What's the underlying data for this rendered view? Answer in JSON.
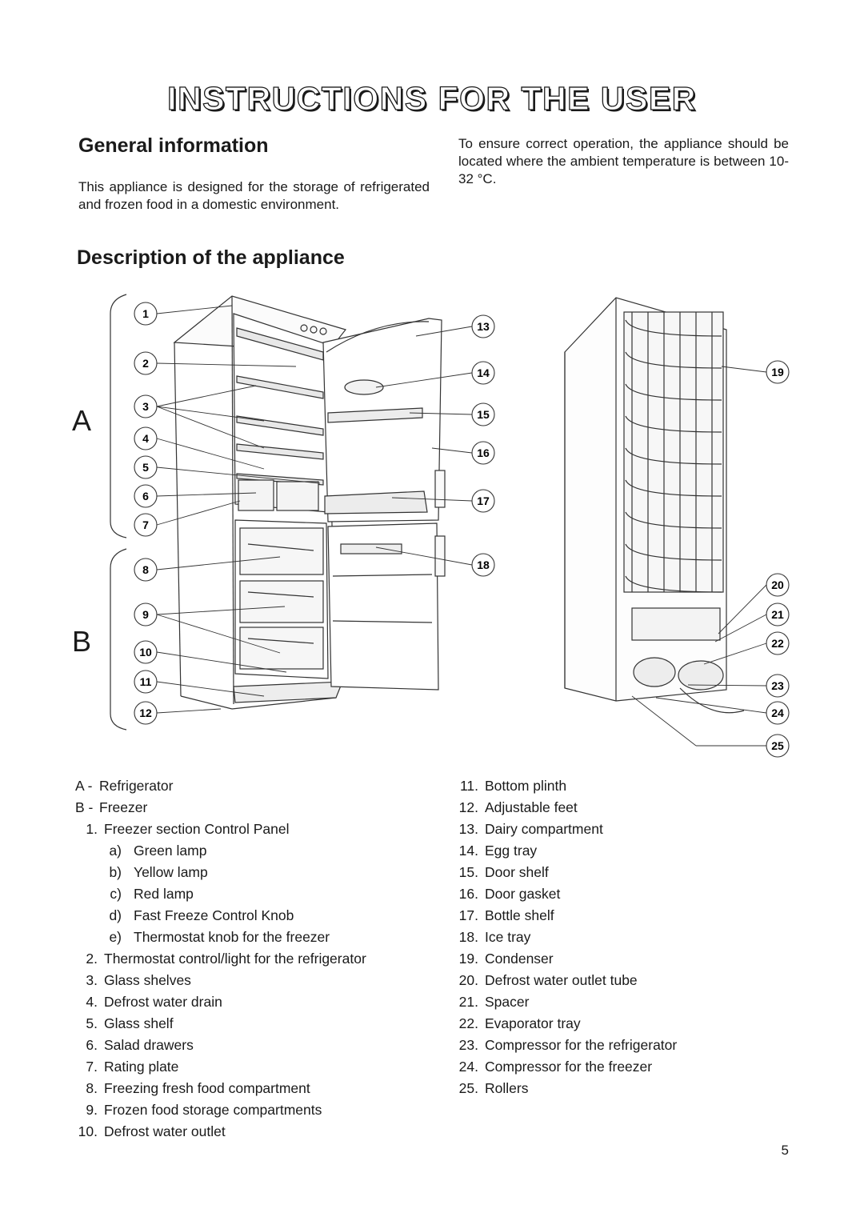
{
  "page": {
    "title": "INSTRUCTIONS FOR THE USER",
    "page_number": "5"
  },
  "general": {
    "heading": "General information",
    "left_text": "This appliance is designed for the storage of refrigerated and frozen food in a domestic environment.",
    "right_text": "To ensure correct operation, the appliance should be located where the ambient temperature is between 10-32 °C."
  },
  "description": {
    "heading": "Description of the appliance"
  },
  "diagram": {
    "section_a": "A",
    "section_b": "B",
    "left_callouts": [
      "1",
      "2",
      "3",
      "4",
      "5",
      "6",
      "7",
      "8",
      "9",
      "10",
      "11",
      "12"
    ],
    "right_callouts": [
      "13",
      "14",
      "15",
      "16",
      "17",
      "18",
      "19",
      "20",
      "21",
      "22",
      "23",
      "24",
      "25"
    ]
  },
  "legend": {
    "left": [
      {
        "num": "A -",
        "text": "Refrigerator",
        "kind": "section"
      },
      {
        "num": "B -",
        "text": "Freezer",
        "kind": "section"
      },
      {
        "num": "1.",
        "text": "Freezer section Control Panel",
        "kind": "item"
      },
      {
        "num": "a)",
        "text": "Green lamp",
        "kind": "sub"
      },
      {
        "num": "b)",
        "text": "Yellow lamp",
        "kind": "sub"
      },
      {
        "num": "c)",
        "text": "Red lamp",
        "kind": "sub"
      },
      {
        "num": "d)",
        "text": "Fast Freeze Control Knob",
        "kind": "sub"
      },
      {
        "num": "e)",
        "text": "Thermostat knob for the freezer",
        "kind": "sub"
      },
      {
        "num": "2.",
        "text": "Thermostat control/light for the refrigerator",
        "kind": "item"
      },
      {
        "num": "3.",
        "text": "Glass shelves",
        "kind": "item"
      },
      {
        "num": "4.",
        "text": "Defrost water drain",
        "kind": "item"
      },
      {
        "num": "5.",
        "text": "Glass shelf",
        "kind": "item"
      },
      {
        "num": "6.",
        "text": "Salad drawers",
        "kind": "item"
      },
      {
        "num": "7.",
        "text": "Rating plate",
        "kind": "item"
      },
      {
        "num": "8.",
        "text": "Freezing fresh food compartment",
        "kind": "item"
      },
      {
        "num": "9.",
        "text": "Frozen food storage compartments",
        "kind": "item"
      },
      {
        "num": "10.",
        "text": "Defrost water outlet",
        "kind": "item"
      }
    ],
    "right": [
      {
        "num": "11.",
        "text": "Bottom plinth"
      },
      {
        "num": "12.",
        "text": "Adjustable feet"
      },
      {
        "num": "13.",
        "text": "Dairy compartment"
      },
      {
        "num": "14.",
        "text": "Egg tray"
      },
      {
        "num": "15.",
        "text": "Door shelf"
      },
      {
        "num": "16.",
        "text": "Door gasket"
      },
      {
        "num": "17.",
        "text": "Bottle shelf"
      },
      {
        "num": "18.",
        "text": "Ice tray"
      },
      {
        "num": "19.",
        "text": "Condenser"
      },
      {
        "num": "20.",
        "text": "Defrost water outlet tube"
      },
      {
        "num": "21.",
        "text": "Spacer"
      },
      {
        "num": "22.",
        "text": "Evaporator tray"
      },
      {
        "num": "23.",
        "text": "Compressor for the refrigerator"
      },
      {
        "num": "24.",
        "text": "Compressor for the freezer"
      },
      {
        "num": "25.",
        "text": "Rollers"
      }
    ]
  }
}
